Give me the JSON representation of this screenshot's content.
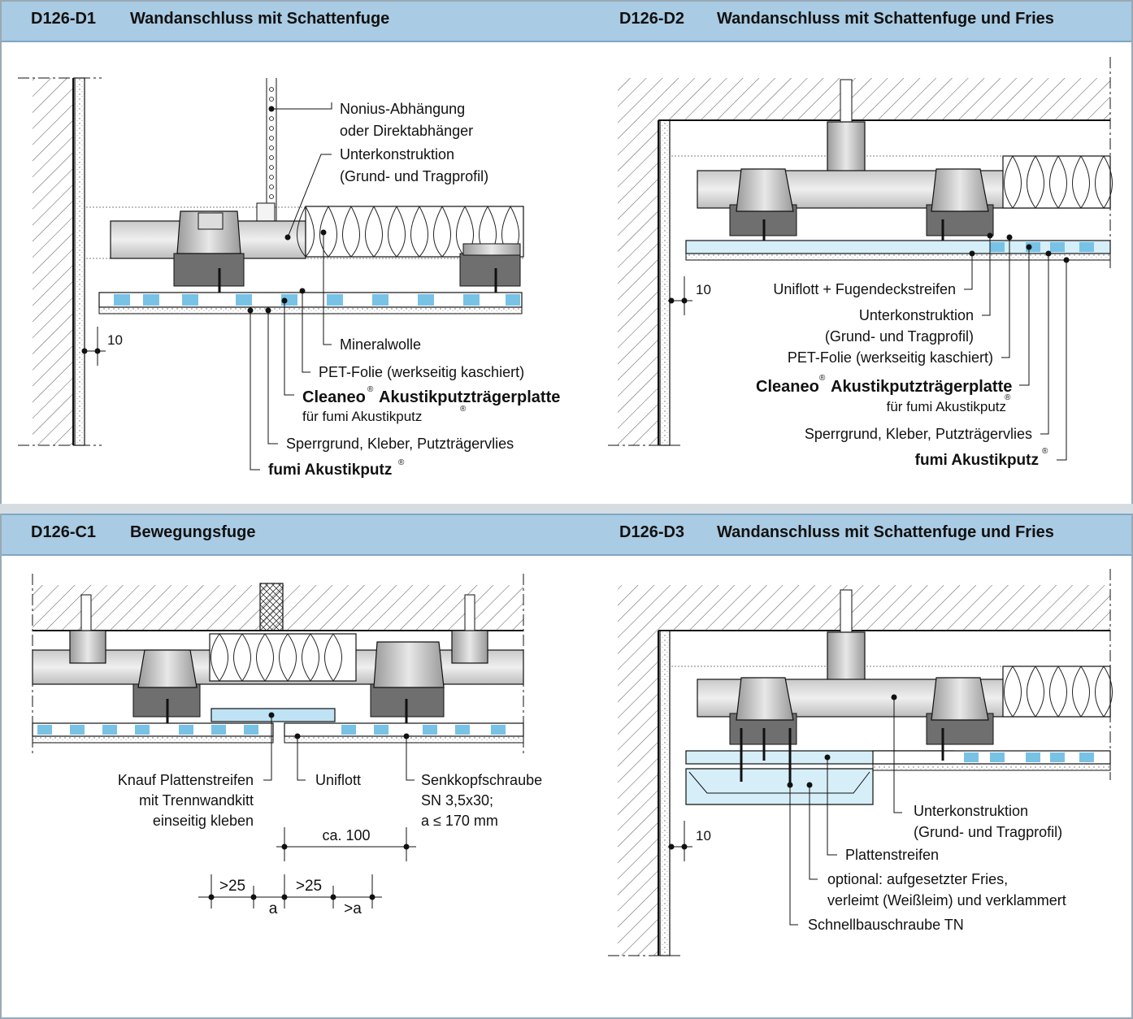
{
  "panels": [
    {
      "code": "D126-D1",
      "title": "Wandanschluss mit Schattenfuge"
    },
    {
      "code": "D126-D2",
      "title": "Wandanschluss mit Schattenfuge und Fries"
    },
    {
      "code": "D126-C1",
      "title": "Bewegungsfuge"
    },
    {
      "code": "D126-D3",
      "title": "Wandanschluss mit Schattenfuge und Fries"
    }
  ],
  "d1": {
    "l1": "Nonius-Abhängung",
    "l2": "oder Direktabhänger",
    "l3": "Unterkonstruktion",
    "l4": "(Grund- und Tragprofil)",
    "l5": "Mineralwolle",
    "l6": "PET-Folie (werkseitig kaschiert)",
    "l7a": "Cleaneo",
    "l7b": "Akustikputzträgerplatte",
    "l8": "für fumi Akustikputz",
    "l9": "Sperrgrund, Kleber, Putzträgervlies",
    "l10": "fumi Akustikputz",
    "dim": "10"
  },
  "d2": {
    "l1": "Uniflott + Fugendeckstreifen",
    "l2": "Unterkonstruktion",
    "l3": "(Grund- und Tragprofil)",
    "l4": "PET-Folie (werkseitig kaschiert)",
    "l5a": "Cleaneo",
    "l5b": "Akustikputzträgerplatte",
    "l6": "für fumi Akustikputz",
    "l7": "Sperrgrund, Kleber, Putzträgervlies",
    "l8": "fumi Akustikputz",
    "dim": "10"
  },
  "c1": {
    "l1": "Knauf Plattenstreifen",
    "l2": "mit Trennwandkitt",
    "l3": "einseitig kleben",
    "l4": "Uniflott",
    "l5": "Senkkopfschraube",
    "l6": "SN 3,5x30;",
    "l7": "a ≤ 170 mm",
    "d1": "ca. 100",
    "d2": ">25",
    "d3": ">25",
    "d4": "a",
    "d5": ">a"
  },
  "d3": {
    "l1": "Unterkonstruktion",
    "l2": "(Grund- und Tragprofil)",
    "l3": "Plattenstreifen",
    "l4": "optional: aufgesetzter Fries,",
    "l5": "verleimt (Weißleim) und verklammert",
    "l6": "Schnellbauschraube TN",
    "dim": "10"
  },
  "reg": "®"
}
